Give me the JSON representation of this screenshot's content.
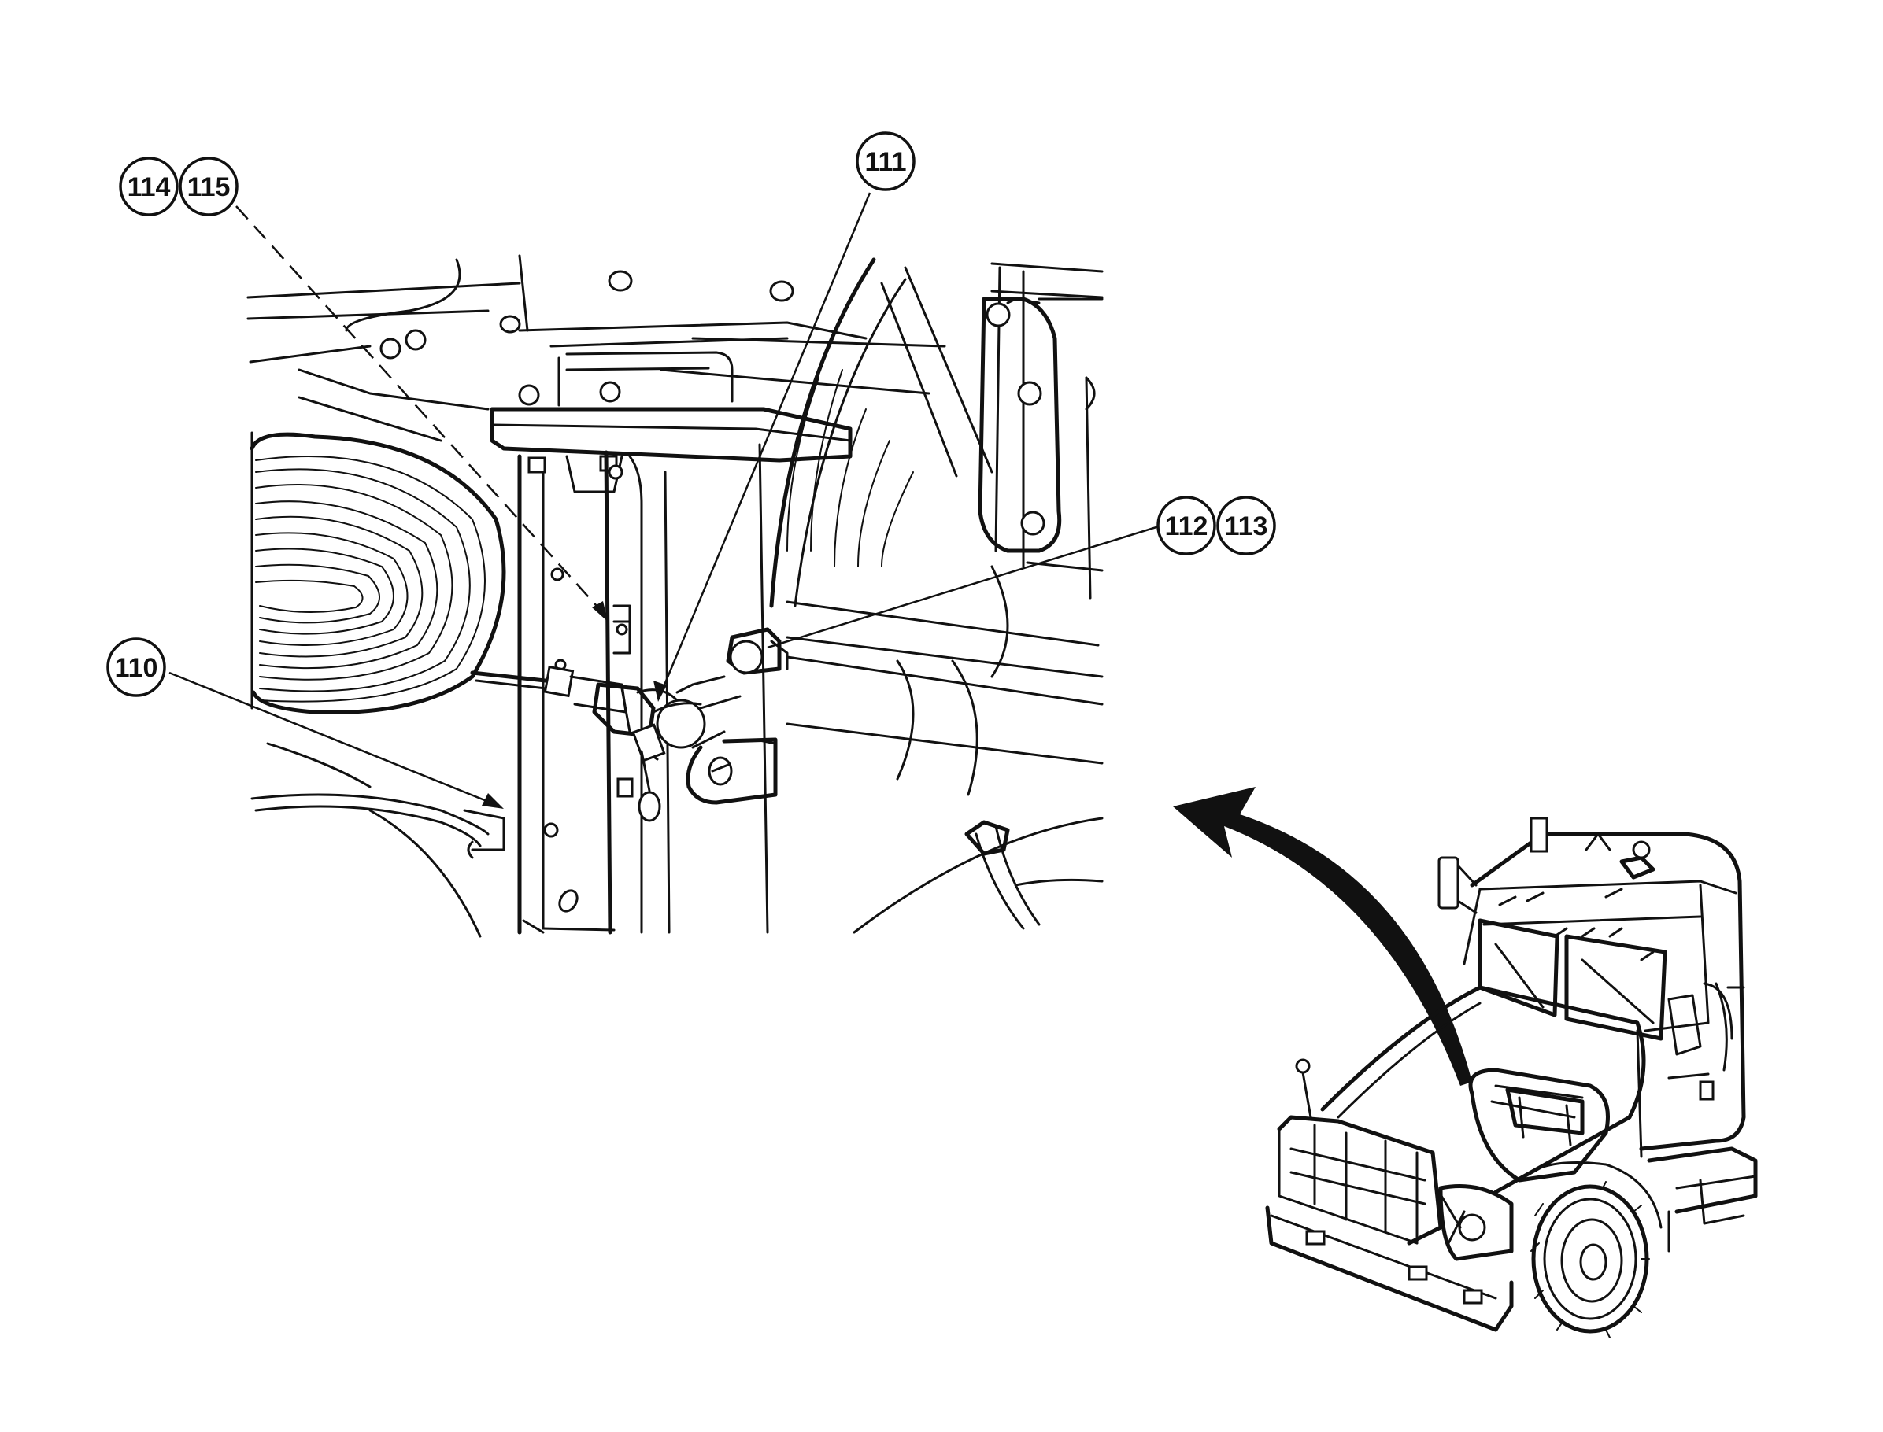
{
  "callouts": {
    "c114": "114",
    "c115": "115",
    "c111": "111",
    "c112": "112",
    "c113": "113",
    "c110": "110"
  }
}
